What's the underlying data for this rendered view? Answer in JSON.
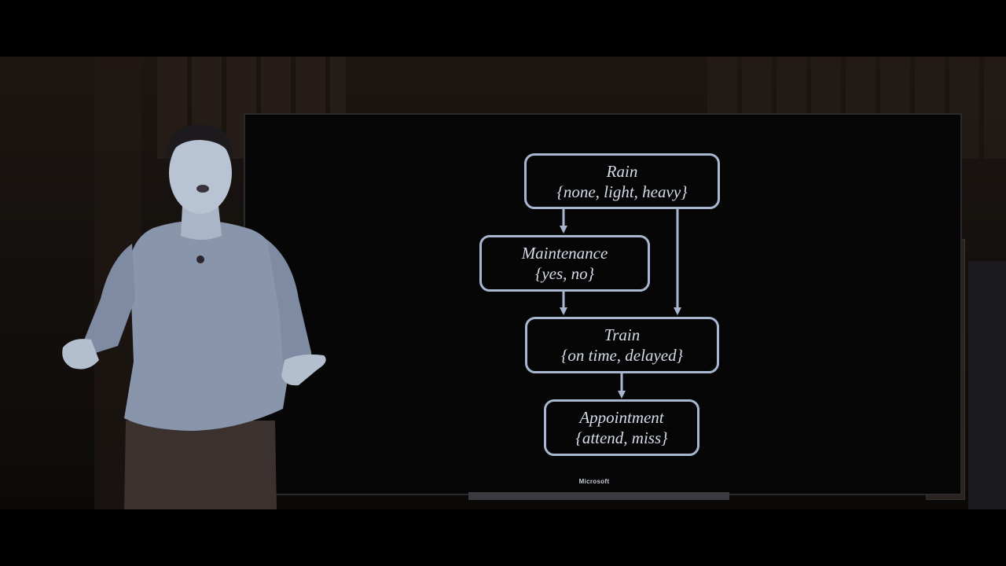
{
  "diagram": {
    "nodes": [
      {
        "id": "rain",
        "name": "Rain",
        "values": "{none, light, heavy}"
      },
      {
        "id": "maintenance",
        "name": "Maintenance",
        "values": "{yes, no}"
      },
      {
        "id": "train",
        "name": "Train",
        "values": "{on time, delayed}"
      },
      {
        "id": "appointment",
        "name": "Appointment",
        "values": "{attend, miss}"
      }
    ],
    "edges": [
      {
        "from": "Rain",
        "to": "Maintenance"
      },
      {
        "from": "Rain",
        "to": "Train"
      },
      {
        "from": "Maintenance",
        "to": "Train"
      },
      {
        "from": "Train",
        "to": "Appointment"
      }
    ]
  },
  "screen": {
    "brand": "Microsoft"
  },
  "colors": {
    "node_border": "#a9b6cf",
    "node_text": "#d6dcea",
    "screen_background": "#060607",
    "presenter_sweater": "#8895ab"
  }
}
